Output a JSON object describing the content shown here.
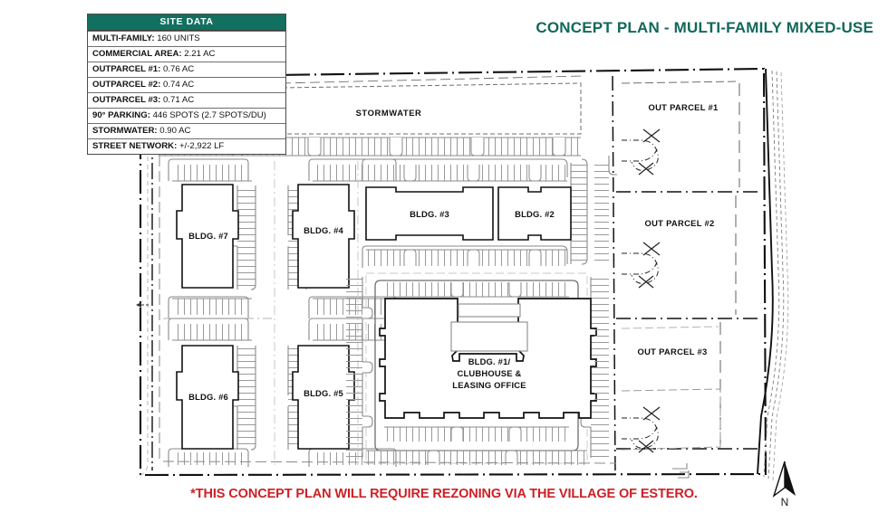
{
  "title": "CONCEPT PLAN - MULTI-FAMILY MIXED-USE",
  "footer_note": "*THIS CONCEPT PLAN WILL REQUIRE REZONING VIA THE VILLAGE OF ESTERO.",
  "colors": {
    "header_green": "#127060",
    "title_green": "#12685B",
    "note_red": "#CC2026",
    "line_black": "#111111",
    "line_gray": "#8c8c8c"
  },
  "site_data": {
    "header": "SITE DATA",
    "rows": [
      {
        "label": "MULTI-FAMILY:",
        "value": "160 UNITS"
      },
      {
        "label": "COMMERCIAL AREA:",
        "value": "2.21 AC"
      },
      {
        "label": "OUTPARCEL #1:",
        "value": "0.76 AC"
      },
      {
        "label": "OUTPARCEL #2:",
        "value": "0.74 AC"
      },
      {
        "label": "OUTPARCEL #3:",
        "value": "0.71 AC"
      },
      {
        "label": "90° PARKING:",
        "value": "446 SPOTS (2.7 SPOTS/DU)"
      },
      {
        "label": "STORMWATER:",
        "value": "0.90 AC"
      },
      {
        "label": "STREET NETWORK:",
        "value": "+/-2,922 LF"
      }
    ]
  },
  "plan": {
    "stormwater_label": "STORMWATER",
    "buildings": [
      {
        "id": "bldg-7",
        "label": "BLDG. #7"
      },
      {
        "id": "bldg-4",
        "label": "BLDG. #4"
      },
      {
        "id": "bldg-3",
        "label": "BLDG. #3"
      },
      {
        "id": "bldg-2",
        "label": "BLDG. #2"
      },
      {
        "id": "bldg-6",
        "label": "BLDG. #6"
      },
      {
        "id": "bldg-5",
        "label": "BLDG. #5"
      },
      {
        "id": "bldg-1",
        "label_line1": "BLDG. #1/",
        "label_line2": "CLUBHOUSE &",
        "label_line3": "LEASING OFFICE"
      }
    ],
    "outparcels": [
      {
        "id": "out-parcel-1",
        "label": "OUT PARCEL #1"
      },
      {
        "id": "out-parcel-2",
        "label": "OUT PARCEL #2"
      },
      {
        "id": "out-parcel-3",
        "label": "OUT PARCEL #3"
      }
    ],
    "north_label": "N"
  }
}
